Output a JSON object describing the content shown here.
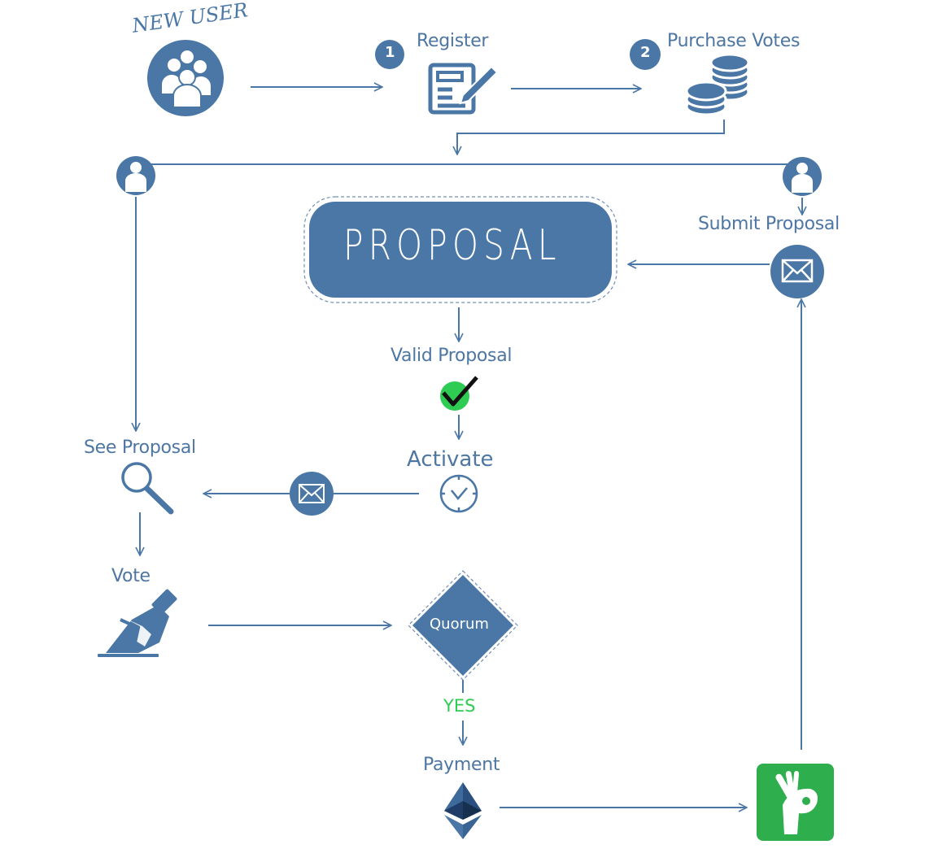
{
  "colors": {
    "primary": "#4a77a5",
    "check_green": "#2ecc52",
    "ok_green": "#2fae4e",
    "yes_green": "#2ecc52",
    "eth_dark": "#1f3d66"
  },
  "nodes": {
    "new_user": {
      "label": "NEW USER",
      "icon": "group-users-icon"
    },
    "register": {
      "step": "1",
      "label": "Register",
      "icon": "registration-form-icon"
    },
    "purchase_votes": {
      "step": "2",
      "label": "Purchase Votes",
      "icon": "coin-stacks-icon"
    },
    "proposal": {
      "label": "PROPOSAL"
    },
    "submit_proposal": {
      "label": "Submit Proposal",
      "icon": "envelope-icon"
    },
    "valid_proposal": {
      "label": "Valid Proposal",
      "icon": "check-icon"
    },
    "activate": {
      "label": "Activate",
      "icon": "clock-icon"
    },
    "see_proposal": {
      "label": "See Proposal",
      "icon": "magnifier-icon"
    },
    "vote": {
      "label": "Vote",
      "icon": "ballot-hand-icon"
    },
    "quorum": {
      "label": "Quorum"
    },
    "yes": {
      "label": "YES"
    },
    "payment": {
      "label": "Payment",
      "icon": "ethereum-icon"
    },
    "approved": {
      "icon": "ok-hand-icon"
    }
  },
  "edges": [
    {
      "from": "new_user",
      "to": "register"
    },
    {
      "from": "register",
      "to": "purchase_votes"
    },
    {
      "from": "purchase_votes",
      "to": "user_bus"
    },
    {
      "from": "user_bus",
      "to": "see_proposal"
    },
    {
      "from": "user_bus",
      "to": "submit_proposal"
    },
    {
      "from": "submit_proposal",
      "to": "proposal"
    },
    {
      "from": "proposal",
      "to": "valid_proposal"
    },
    {
      "from": "valid_proposal",
      "to": "activate"
    },
    {
      "from": "activate",
      "to": "see_proposal",
      "via": "envelope-icon"
    },
    {
      "from": "see_proposal",
      "to": "vote"
    },
    {
      "from": "vote",
      "to": "quorum"
    },
    {
      "from": "quorum",
      "to": "payment",
      "label": "YES"
    },
    {
      "from": "payment",
      "to": "approved"
    },
    {
      "from": "approved",
      "to": "submit_proposal"
    }
  ]
}
